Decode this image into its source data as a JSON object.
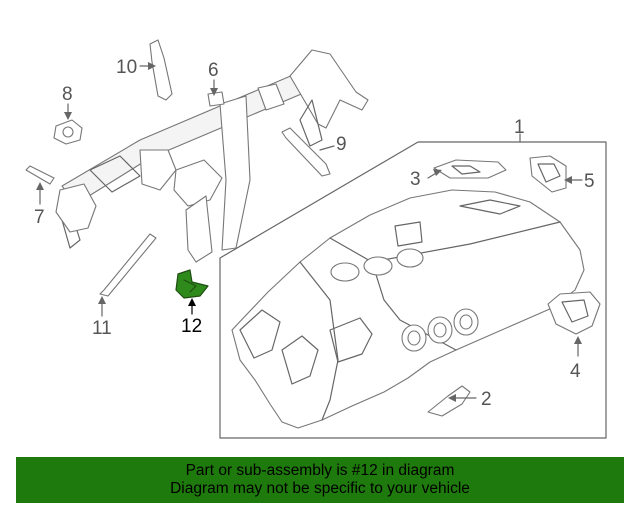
{
  "diagram": {
    "callouts": [
      {
        "id": "1",
        "label": "1"
      },
      {
        "id": "2",
        "label": "2"
      },
      {
        "id": "3",
        "label": "3"
      },
      {
        "id": "4",
        "label": "4"
      },
      {
        "id": "5",
        "label": "5"
      },
      {
        "id": "6",
        "label": "6"
      },
      {
        "id": "7",
        "label": "7"
      },
      {
        "id": "8",
        "label": "8"
      },
      {
        "id": "9",
        "label": "9"
      },
      {
        "id": "10",
        "label": "10"
      },
      {
        "id": "11",
        "label": "11"
      },
      {
        "id": "12",
        "label": "12",
        "highlighted": true
      }
    ],
    "highlight_color": "#2f8a1c"
  },
  "banner": {
    "line1": "Part or sub-assembly is #12 in diagram",
    "line2": "Diagram may not be specific to your vehicle",
    "background": "#1e7a0c"
  }
}
